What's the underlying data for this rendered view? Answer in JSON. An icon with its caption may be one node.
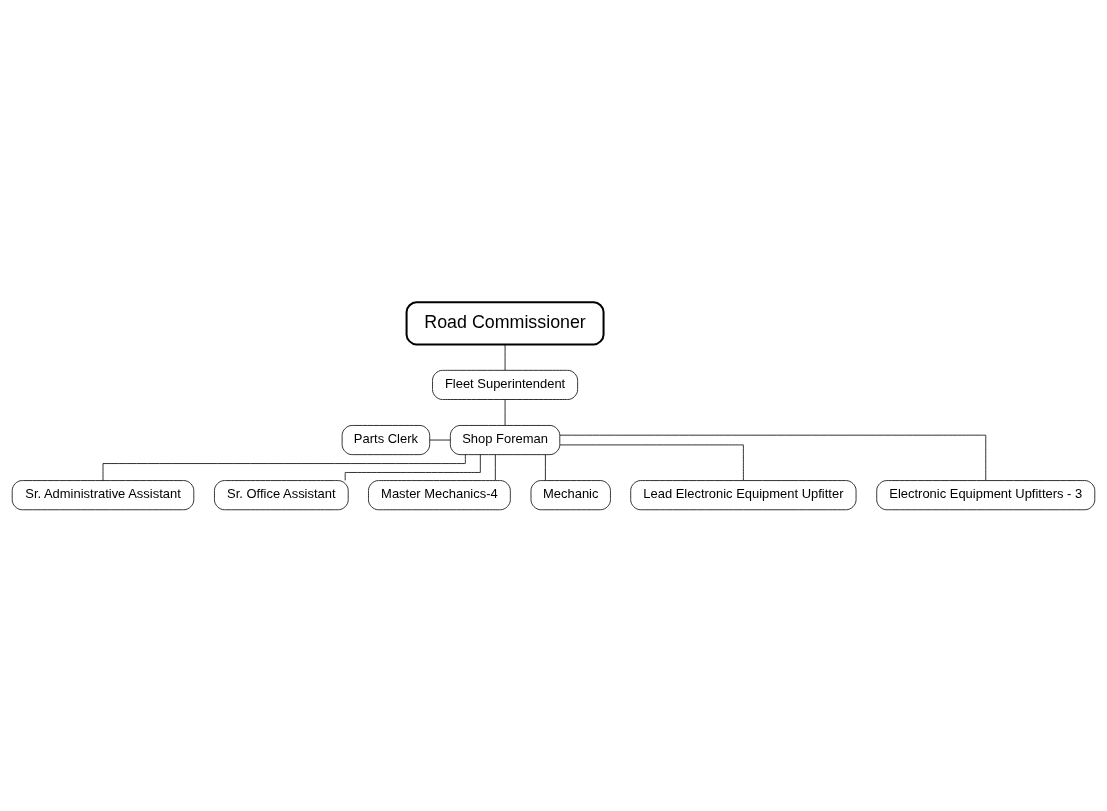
{
  "diagram": {
    "nodes": [
      {
        "text": [
          "Road Commissioner"
        ]
      },
      {
        "text": [
          "Fleet Superintendent"
        ]
      },
      {
        "text": [
          "Parts Clerk"
        ]
      },
      {
        "text": [
          "Shop Foreman"
        ]
      },
      {
        "text": [
          "Sr. Administrative Assistant"
        ]
      },
      {
        "text": [
          "Sr. Office Assistant"
        ]
      },
      {
        "text": [
          "Master Mechanics-4"
        ]
      },
      {
        "text": [
          "Mechanic"
        ]
      },
      {
        "text": [
          "Lead Electronic Equipment Upfitter"
        ]
      },
      {
        "text": [
          "Electronic Equipment Upfitters - 3"
        ]
      }
    ],
    "edges": [
      {
        "from": 0,
        "to": 1,
        "arrow": "none"
      },
      {
        "from": 1,
        "to": 3,
        "arrow": "none"
      },
      {
        "from": 2,
        "to": 3,
        "arrow": "none"
      },
      {
        "from": 3,
        "to": 4,
        "arrow": "none"
      },
      {
        "from": 3,
        "to": 5,
        "arrow": "none"
      },
      {
        "from": 3,
        "to": 6,
        "arrow": "none"
      },
      {
        "from": 3,
        "to": 7,
        "arrow": "none"
      },
      {
        "from": 3,
        "to": 8,
        "arrow": "none"
      },
      {
        "from": 3,
        "to": 9,
        "arrow": "none"
      }
    ]
  }
}
